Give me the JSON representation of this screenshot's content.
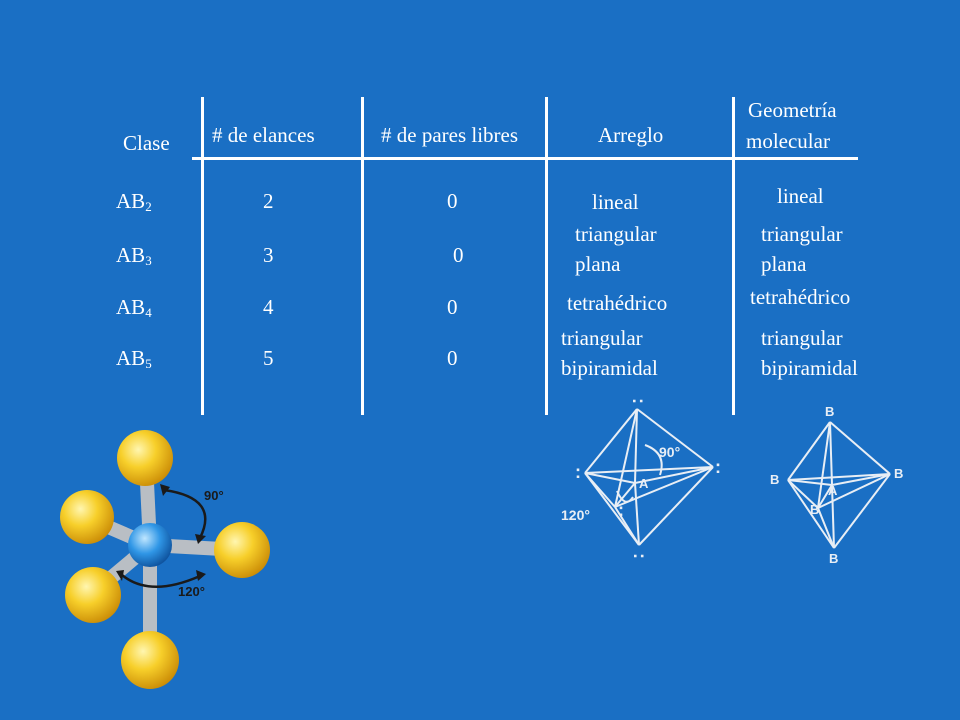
{
  "headers": {
    "clase": "Clase",
    "enlaces": "# de elances",
    "pares_libres": "# de pares libres",
    "arreglo": "Arreglo",
    "geometria_1": "Geometría",
    "geometria_2": "molecular"
  },
  "rows": [
    {
      "clase_base": "AB",
      "clase_sub": "2",
      "enlaces": "2",
      "pares": "0",
      "arreglo": [
        "lineal"
      ],
      "geometria": [
        "lineal"
      ]
    },
    {
      "clase_base": "AB",
      "clase_sub": "3",
      "enlaces": "3",
      "pares": "0",
      "arreglo": [
        "triangular",
        "plana"
      ],
      "geometria": [
        "triangular",
        "plana"
      ]
    },
    {
      "clase_base": "AB",
      "clase_sub": "4",
      "enlaces": "4",
      "pares": "0",
      "arreglo": [
        "tetrahédrico"
      ],
      "geometria": [
        "tetrahédrico"
      ]
    },
    {
      "clase_base": "AB",
      "clase_sub": "5",
      "enlaces": "5",
      "pares": "0",
      "arreglo": [
        "triangular",
        "bipiramidal"
      ],
      "geometria": [
        "triangular",
        "bipiramidal"
      ]
    }
  ],
  "model_labels": {
    "angle_90": "90°",
    "angle_120": "120°"
  },
  "diagram_arreglo": {
    "center": "A",
    "angle_90": "90°",
    "angle_120": "120°",
    "lone_pair": ":"
  },
  "diagram_geometria": {
    "center": "A",
    "ligand": "B"
  },
  "colors": {
    "background": "#1a6fc4",
    "text": "#ffffff",
    "atom_outer": "#f5c518",
    "atom_center": "#2b8fe0",
    "bond": "#b9bec4"
  }
}
